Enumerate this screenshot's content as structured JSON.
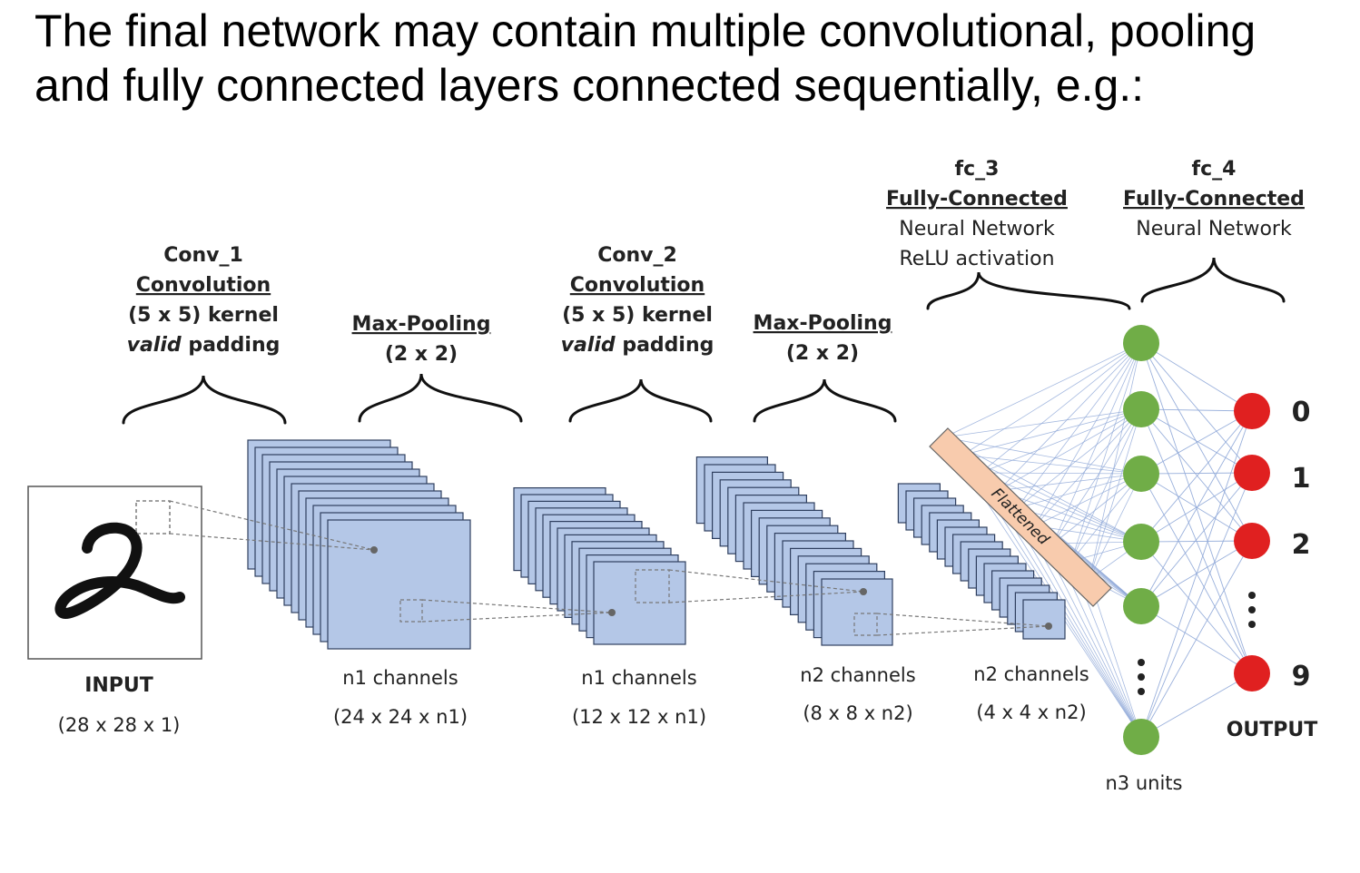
{
  "slide": {
    "title_line1": "The final network may contain multiple convolutional, pooling",
    "title_line2": "and fully connected layers connected sequentially, e.g.:"
  },
  "layers": {
    "conv1": {
      "name": "Conv_1",
      "type": "Convolution",
      "detail1": "(5 x 5) kernel",
      "detail2_italic": "valid",
      "detail2_rest": " padding"
    },
    "pool1": {
      "type": "Max-Pooling",
      "detail": "(2 x 2)"
    },
    "conv2": {
      "name": "Conv_2",
      "type": "Convolution",
      "detail1": "(5 x 5) kernel",
      "detail2_italic": "valid",
      "detail2_rest": " padding"
    },
    "pool2": {
      "type": "Max-Pooling",
      "detail": "(2 x 2)"
    },
    "fc3": {
      "name": "fc_3",
      "type": "Fully-Connected",
      "detail1": "Neural Network",
      "detail2": "ReLU activation"
    },
    "fc4": {
      "name": "fc_4",
      "type": "Fully-Connected",
      "detail1": "Neural Network"
    }
  },
  "bottom": {
    "input": {
      "name": "INPUT",
      "shape": "(28 x 28 x 1)"
    },
    "l1": {
      "name": "n1 channels",
      "shape": "(24 x 24 x n1)"
    },
    "l2": {
      "name": "n1 channels",
      "shape": "(12 x 12 x n1)"
    },
    "l3": {
      "name": "n2 channels",
      "shape": "(8 x 8 x n2)"
    },
    "l4": {
      "name": "n2 channels",
      "shape": "(4 x 4 x n2)"
    },
    "units": "n3 units",
    "output": "OUTPUT"
  },
  "flattened_label": "Flattened",
  "output_labels": [
    "0",
    "1",
    "2",
    "9"
  ],
  "colors": {
    "feature_map_fill": "#b4c7e7",
    "feature_map_stroke": "#2f3f5f",
    "hidden_node": "#70ad47",
    "output_node": "#e02020",
    "flatten_fill": "#f8cbad",
    "connection": "#8fa8d8"
  }
}
